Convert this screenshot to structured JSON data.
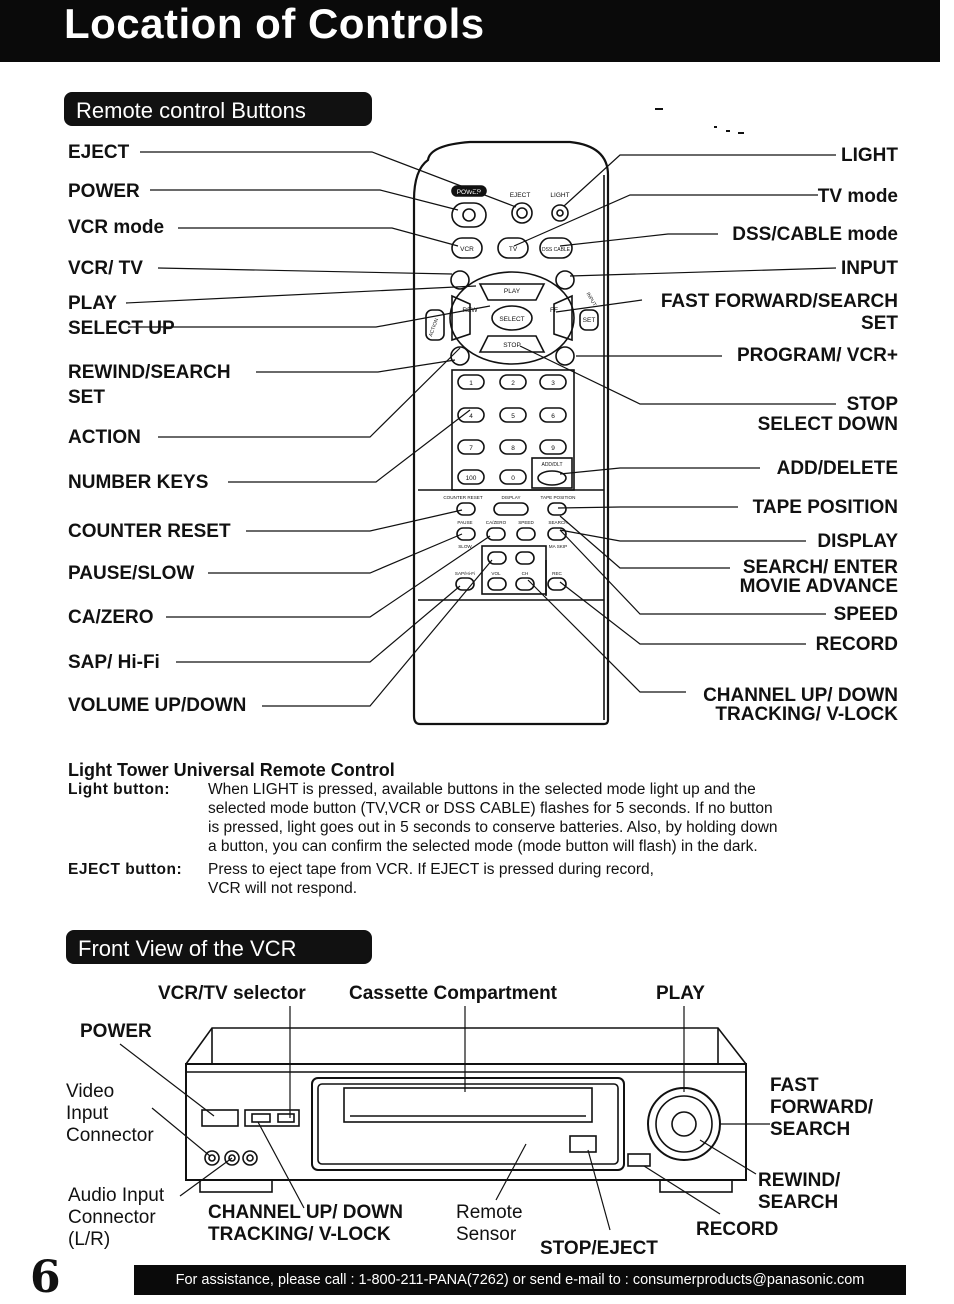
{
  "page": {
    "title": "Location of Controls",
    "page_number": "6",
    "footer": "For assistance, please call : 1-800-211-PANA(7262) or send e-mail to : consumerproducts@panasonic.com"
  },
  "remote_section": {
    "heading": "Remote control Buttons",
    "left_labels": [
      {
        "id": "eject",
        "text": "EJECT"
      },
      {
        "id": "power",
        "text": "POWER"
      },
      {
        "id": "vcr-mode",
        "text": "VCR mode"
      },
      {
        "id": "vcr-tv",
        "text": "VCR/ TV"
      },
      {
        "id": "play",
        "text": "PLAY"
      },
      {
        "id": "select-up",
        "text": "SELECT UP"
      },
      {
        "id": "rewind-search",
        "text": "REWIND/SEARCH"
      },
      {
        "id": "set-left",
        "text": "SET"
      },
      {
        "id": "action",
        "text": "ACTION"
      },
      {
        "id": "number-keys",
        "text": "NUMBER KEYS"
      },
      {
        "id": "counter-reset",
        "text": "COUNTER RESET"
      },
      {
        "id": "pause-slow",
        "text": "PAUSE/SLOW"
      },
      {
        "id": "ca-zero",
        "text": "CA/ZERO"
      },
      {
        "id": "sap-hifi",
        "text": "SAP/ Hi-Fi"
      },
      {
        "id": "volume",
        "text": "VOLUME UP/DOWN"
      }
    ],
    "right_labels": [
      {
        "id": "light",
        "text": "LIGHT"
      },
      {
        "id": "tv-mode",
        "text": "TV mode"
      },
      {
        "id": "dss-cable-mode",
        "text": "DSS/CABLE mode"
      },
      {
        "id": "input",
        "text": "INPUT"
      },
      {
        "id": "fast-forward",
        "text": "FAST FORWARD/SEARCH"
      },
      {
        "id": "set-right",
        "text": "SET"
      },
      {
        "id": "program-vcrplus",
        "text": "PROGRAM/ VCR+"
      },
      {
        "id": "stop",
        "text": "STOP"
      },
      {
        "id": "select-down",
        "text": "SELECT DOWN"
      },
      {
        "id": "add-delete",
        "text": "ADD/DELETE"
      },
      {
        "id": "tape-position",
        "text": "TAPE POSITION"
      },
      {
        "id": "display",
        "text": "DISPLAY"
      },
      {
        "id": "search-enter",
        "text": "SEARCH/ ENTER"
      },
      {
        "id": "movie-advance",
        "text": "MOVIE ADVANCE"
      },
      {
        "id": "speed",
        "text": "SPEED"
      },
      {
        "id": "record",
        "text": "RECORD"
      },
      {
        "id": "channel",
        "text": "CHANNEL UP/ DOWN"
      },
      {
        "id": "tracking",
        "text": "TRACKING/ V-LOCK"
      }
    ],
    "remote_printing": {
      "power": "POWER",
      "eject": "EJECT",
      "light": "LIGHT",
      "vcr": "VCR",
      "tv": "TV",
      "dss": "DSS CABLE",
      "play": "PLAY",
      "rew": "REW",
      "ff": "FF",
      "stop": "STOP",
      "select": "SELECT",
      "set": "SET",
      "action": "ACTION",
      "input": "INPUT",
      "keys": [
        "1",
        "2",
        "3",
        "4",
        "5",
        "6",
        "7",
        "8",
        "9",
        "100",
        "0"
      ],
      "add_dlt": "ADD/DLT",
      "row1": [
        "COUNTER RESET",
        "DISPLAY",
        "TAPE POSITION"
      ],
      "row2": [
        "PAUSE",
        "CA/ZERO",
        "SPEED",
        "SEARCH"
      ],
      "slow": "SLOW",
      "ma_skip": "MA SKIP",
      "sap": "SAP/Hi-Fi",
      "vol": "VOL",
      "ch": "CH",
      "rec": "REC"
    }
  },
  "description": {
    "title": "Light Tower Universal Remote Control",
    "items": [
      {
        "term": "Light  button:",
        "lines": [
          "When LIGHT is pressed, available buttons in the selected mode light up and the",
          "selected mode button (TV,VCR or DSS CABLE) flashes for 5 seconds. If no button",
          "is pressed, light goes out in 5 seconds to conserve batteries. Also, by holding down",
          "a button, you can confirm the selected mode (mode button will flash) in the dark."
        ]
      },
      {
        "term": "EJECT  button:",
        "lines": [
          "Press to eject tape from VCR. If EJECT is pressed during record,",
          "VCR will not respond."
        ]
      }
    ]
  },
  "vcr_section": {
    "heading": "Front View of the VCR",
    "labels": {
      "vcr_tv_selector": "VCR/TV selector",
      "cassette": "Cassette Compartment",
      "play": "PLAY",
      "power": "POWER",
      "video_input": [
        "Video",
        "Input",
        "Connector"
      ],
      "audio_input": [
        "Audio Input",
        "Connector",
        "(L/R)"
      ],
      "channel": [
        "CHANNEL UP/ DOWN",
        "TRACKING/ V-LOCK"
      ],
      "remote_sensor": [
        "Remote",
        "Sensor"
      ],
      "stop_eject": "STOP/EJECT",
      "record": "RECORD",
      "fast_forward": [
        "FAST",
        "FORWARD/",
        "SEARCH"
      ],
      "rewind": [
        "REWIND/",
        "SEARCH"
      ]
    }
  }
}
